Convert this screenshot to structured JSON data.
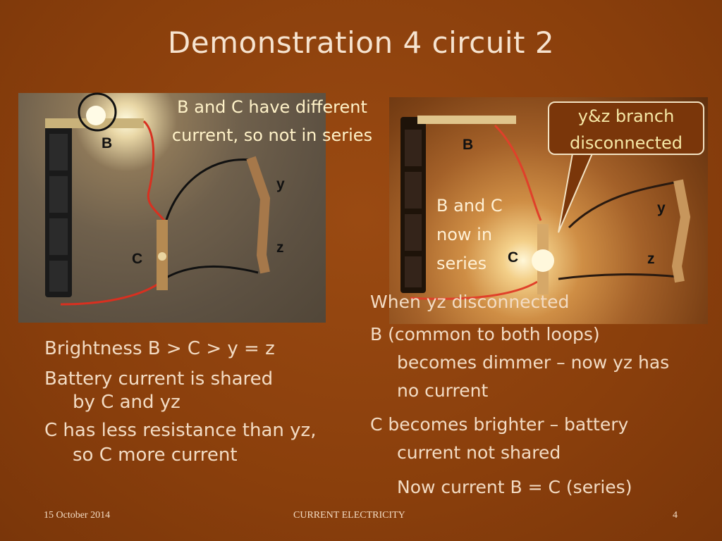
{
  "title": "Demonstration 4 circuit 2",
  "photo1": {
    "labels": {
      "b": "B",
      "c": "C",
      "y": "y",
      "z": "z"
    },
    "callout_line1": "B and C have different",
    "callout_line2": "current, so  not in series"
  },
  "photo2": {
    "labels": {
      "b": "B",
      "c": "C",
      "y": "y",
      "z": "z"
    },
    "bubble_line1": "y&z branch",
    "bubble_line2": "disconnected",
    "note_line1": "B and C",
    "note_line2": "now in",
    "note_line3": "series"
  },
  "left_bullets": [
    {
      "text": "Brightness B > C > y = z"
    },
    {
      "text": "Battery current is shared",
      "cont": "by C and yz"
    },
    {
      "text": "C has less resistance than yz,",
      "cont": "so C more current"
    }
  ],
  "right_bullets": [
    {
      "text": "When yz disconnected"
    },
    {
      "text": "B (common to both loops)",
      "cont1": "becomes dimmer – now yz has",
      "cont2": "no current"
    },
    {
      "text": "C becomes brighter – battery",
      "cont1": "current not shared"
    },
    {
      "text": "Now current B = C (series)"
    }
  ],
  "footer": {
    "date": "15 October 2014",
    "center": "CURRENT ELECTRICITY",
    "page": "4"
  }
}
